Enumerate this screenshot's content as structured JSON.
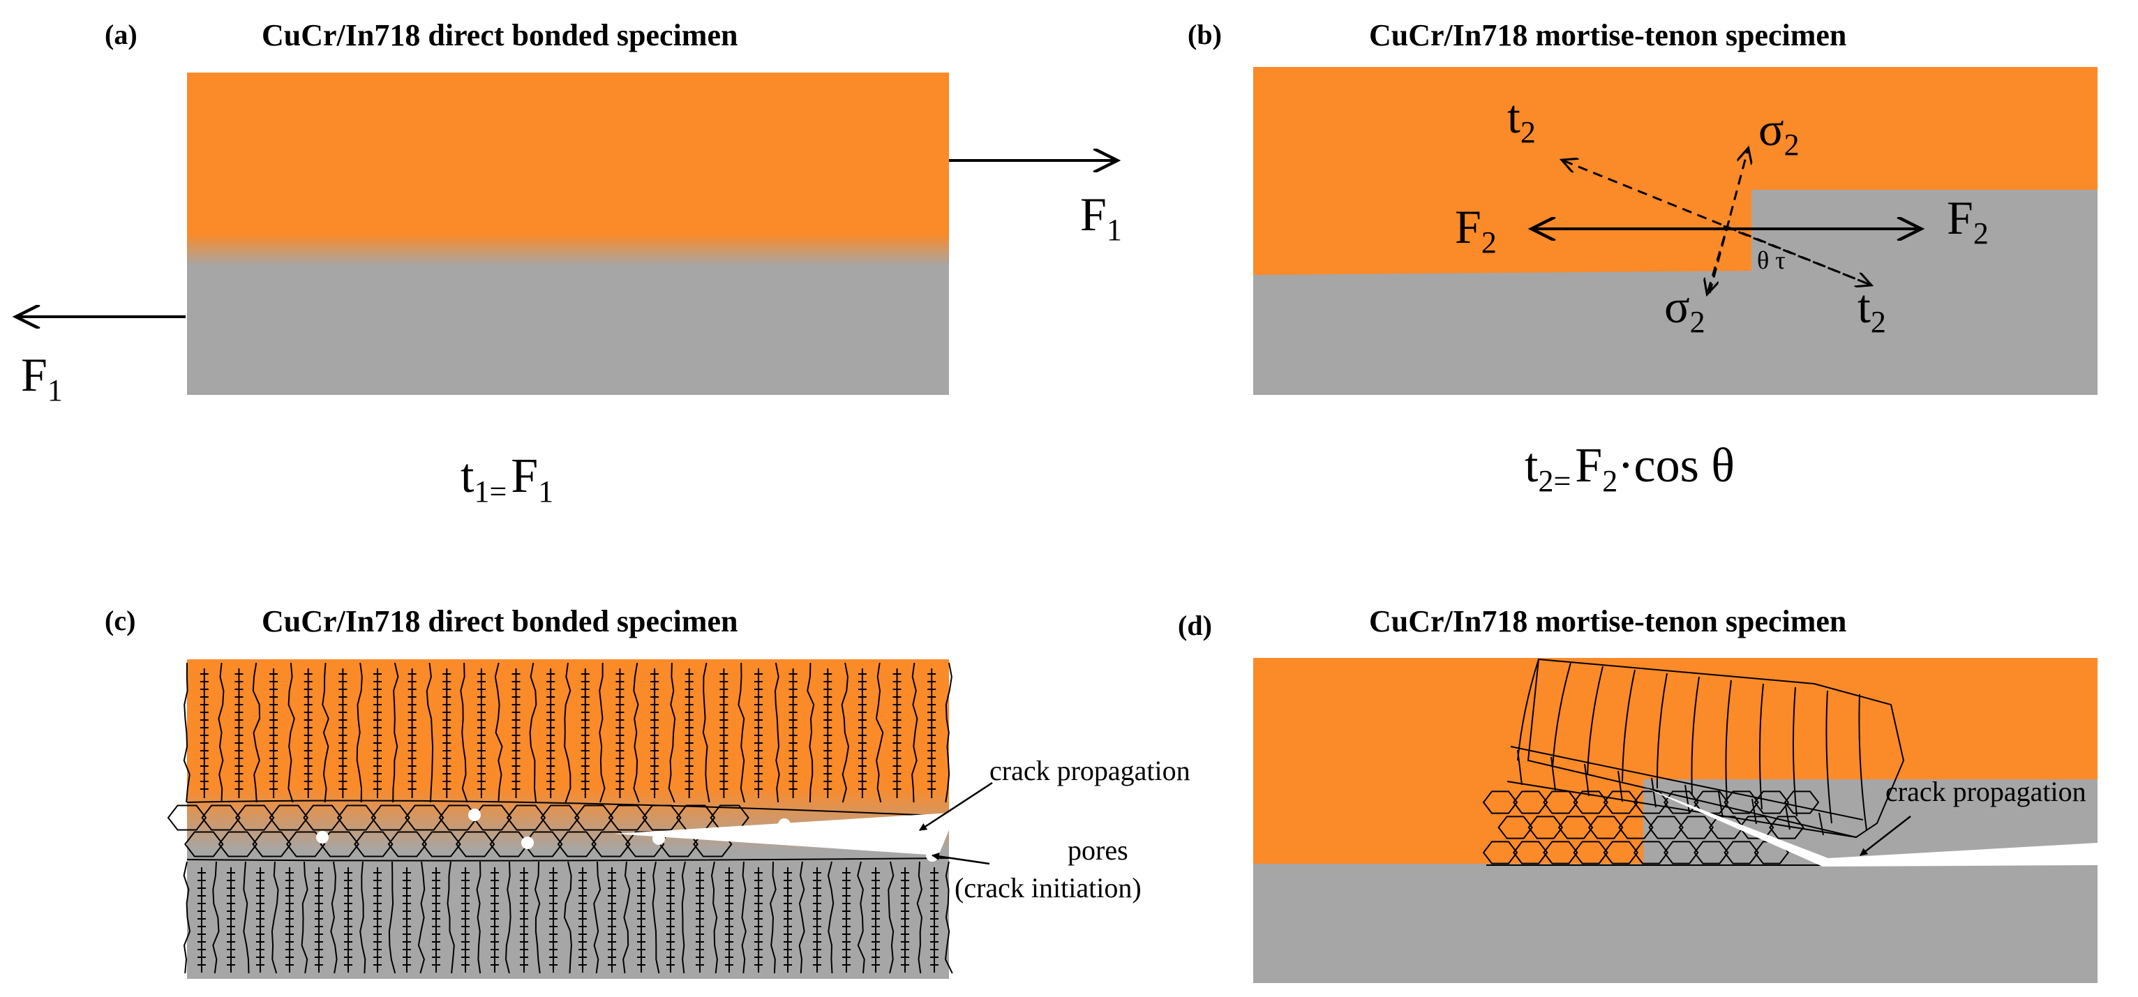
{
  "colors": {
    "copper": "#fb8a29",
    "in718": "#a6a6a6",
    "line": "#000000"
  },
  "panel_a": {
    "label": "(a)",
    "title": "CuCr/In718 direct bonded specimen",
    "force_top": {
      "main": "F",
      "sub": "1"
    },
    "force_bottom": {
      "main": "F",
      "sub": "1"
    },
    "equation": {
      "lhs": "t",
      "lhs_sub": "1=",
      "rhs": "F",
      "rhs_sub": "1"
    }
  },
  "panel_b": {
    "label": "(b)",
    "title": "CuCr/In718 mortise-tenon specimen",
    "t_top": {
      "main": "t",
      "sub": "2"
    },
    "sigma_top": {
      "main": "σ",
      "sub": "2"
    },
    "force_left": {
      "main": "F",
      "sub": "2"
    },
    "force_right": {
      "main": "F",
      "sub": "2"
    },
    "sigma_bottom": {
      "main": "σ",
      "sub": "2"
    },
    "t_bottom": {
      "main": "t",
      "sub": "2"
    },
    "angle_label": "θ τ",
    "equation": {
      "lhs": "t",
      "lhs_sub": "2=",
      "rhs": "F",
      "rhs_sub": "2",
      "tail": "·cos θ"
    }
  },
  "panel_c": {
    "label": "(c)",
    "title": "CuCr/In718 direct bonded specimen",
    "annotation_crack": "crack propagation",
    "annotation_pores": "pores",
    "annotation_initiation": "(crack initiation)"
  },
  "panel_d": {
    "label": "(d)",
    "title": "CuCr/In718 mortise-tenon specimen",
    "annotation_crack": "crack propagation"
  }
}
